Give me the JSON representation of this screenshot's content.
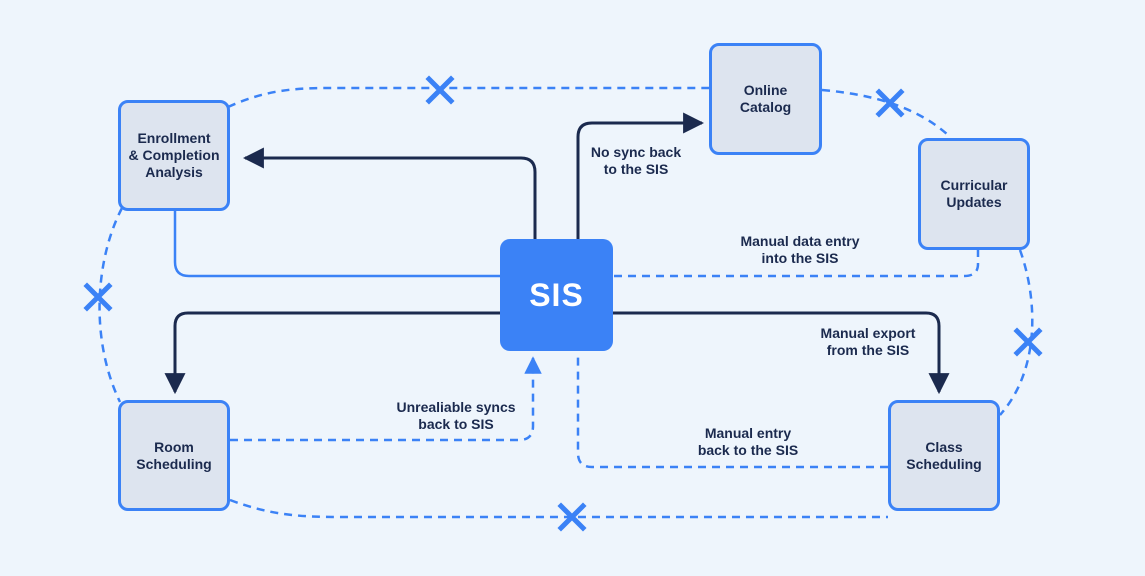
{
  "colors": {
    "dark_line": "#1b2a4e",
    "blue": "#3b82f6",
    "node_fill": "#dde4ef",
    "background": "#eef5fc"
  },
  "center": {
    "label": "SIS"
  },
  "nodes": {
    "enrollment": "Enrollment\n& Completion\nAnalysis",
    "catalog": "Online\nCatalog",
    "curricular": "Curricular\nUpdates",
    "room": "Room\nScheduling",
    "class": "Class\nScheduling"
  },
  "edge_labels": {
    "no_sync": "No sync back\nto the SIS",
    "manual_data_entry": "Manual data entry\ninto the SIS",
    "manual_export": "Manual export\nfrom the SIS",
    "unreliable_syncs": "Unrealiable syncs\nback to SIS",
    "manual_entry_back": "Manual entry\nback to the SIS"
  },
  "broken_link_icon": "x-mark-icon"
}
